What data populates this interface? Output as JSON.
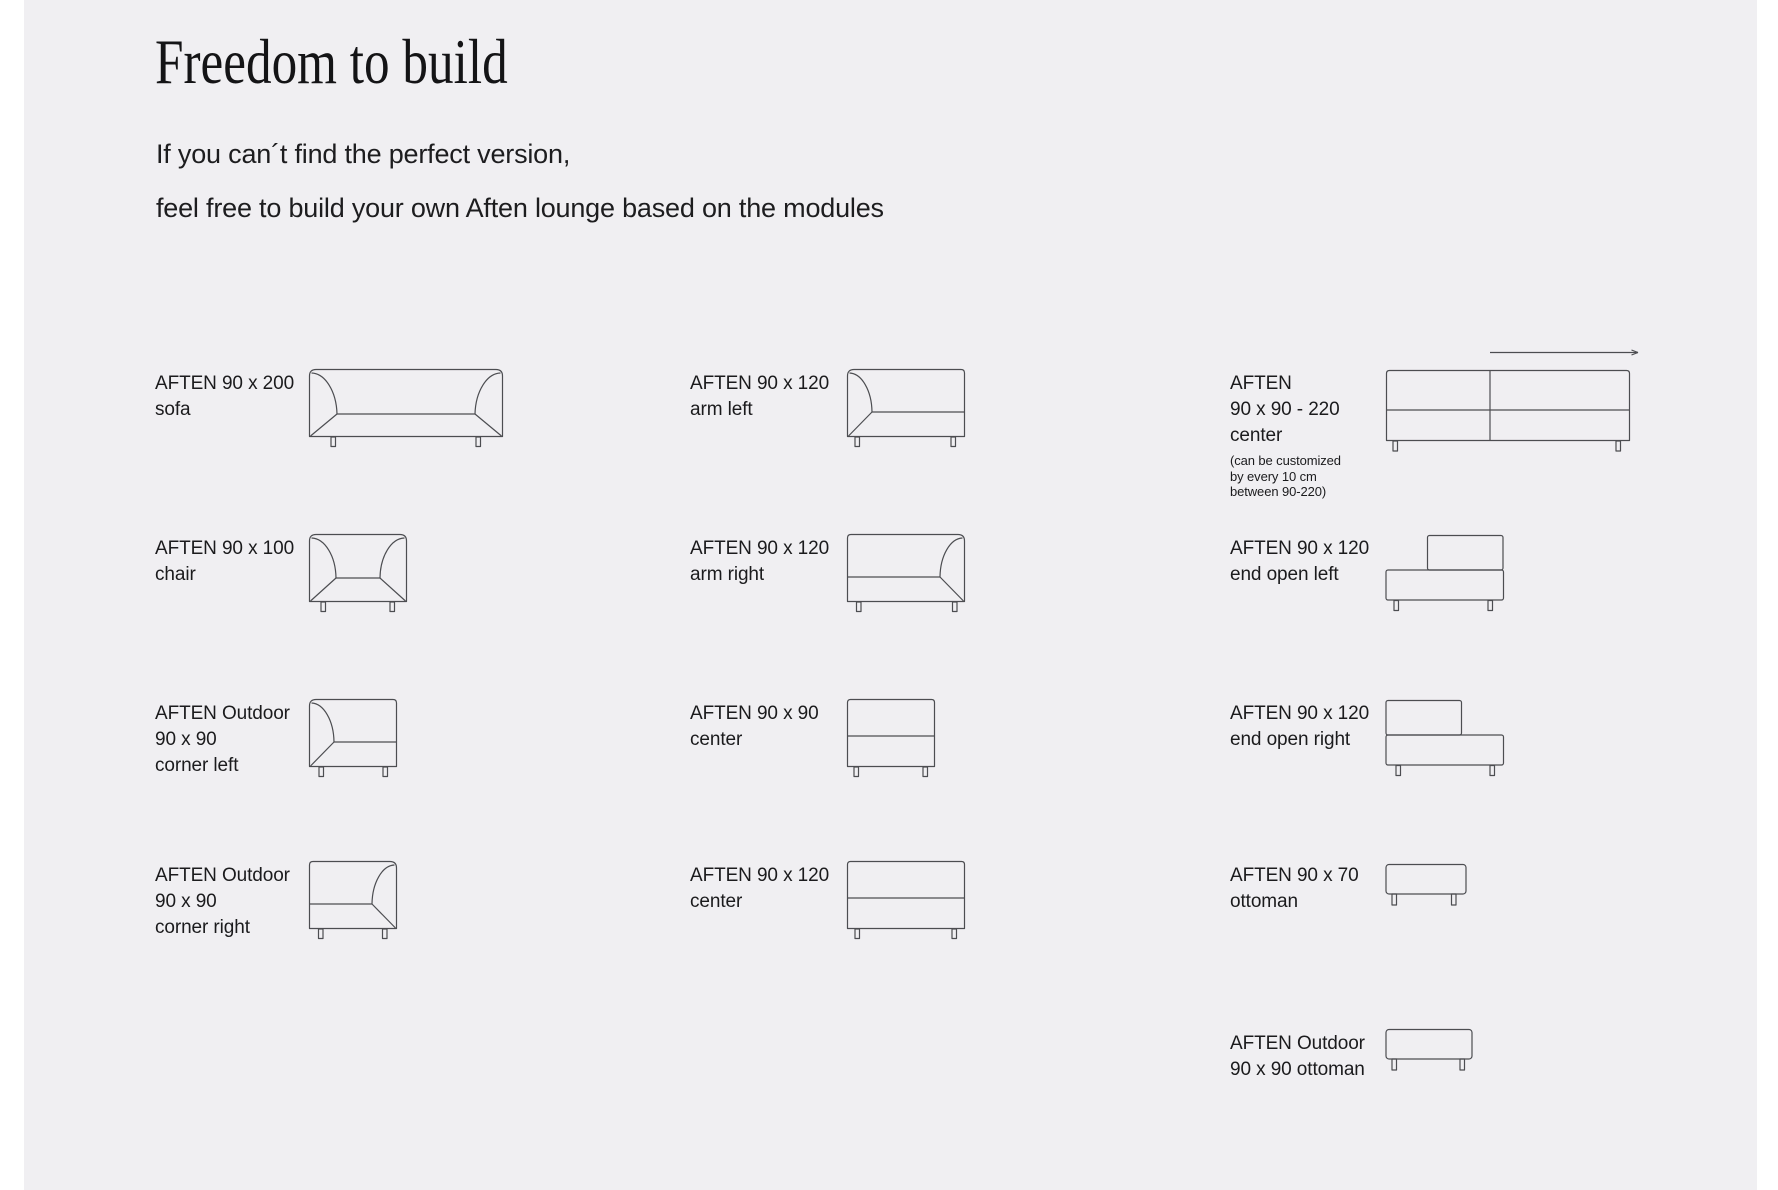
{
  "page": {
    "title": "Freedom to build",
    "intro_line_1": "If you can´t find the perfect version,",
    "intro_line_2": "feel free to build your own Aften lounge based on the modules"
  },
  "colors": {
    "background": "#f0eff2",
    "page_margin": "#ffffff",
    "text": "#1b1b1d",
    "line": "#4c4d51"
  },
  "modules": [
    {
      "id": "sofa-90x200",
      "lines": [
        "AFTEN 90 x 200",
        "sofa"
      ]
    },
    {
      "id": "chair-90x100",
      "lines": [
        "AFTEN 90 x 100",
        "chair"
      ]
    },
    {
      "id": "outdoor-corner-left",
      "lines": [
        "AFTEN Outdoor",
        "90 x 90",
        "corner left"
      ]
    },
    {
      "id": "outdoor-corner-right",
      "lines": [
        "AFTEN Outdoor",
        "90 x 90",
        "corner right"
      ]
    },
    {
      "id": "arm-left-90x120",
      "lines": [
        "AFTEN 90 x 120",
        "arm left"
      ]
    },
    {
      "id": "arm-right-90x120",
      "lines": [
        "AFTEN 90 x 120",
        "arm right"
      ]
    },
    {
      "id": "center-90x90",
      "lines": [
        "AFTEN 90 x 90",
        "center"
      ]
    },
    {
      "id": "center-90x120",
      "lines": [
        "AFTEN 90 x 120",
        "center"
      ]
    },
    {
      "id": "center-90x90-220",
      "lines": [
        "AFTEN",
        "90 x 90 - 220",
        "center"
      ],
      "note": [
        "(can be customized",
        "by every 10 cm",
        "between 90-220)"
      ]
    },
    {
      "id": "end-open-left-90x120",
      "lines": [
        "AFTEN 90 x 120",
        "end open left"
      ]
    },
    {
      "id": "end-open-right-90x120",
      "lines": [
        "AFTEN 90 x 120",
        "end open right"
      ]
    },
    {
      "id": "ottoman-90x70",
      "lines": [
        "AFTEN 90 x 70",
        "ottoman"
      ]
    },
    {
      "id": "outdoor-ottoman-90x90",
      "lines": [
        "AFTEN Outdoor",
        "90 x 90 ottoman"
      ]
    }
  ]
}
